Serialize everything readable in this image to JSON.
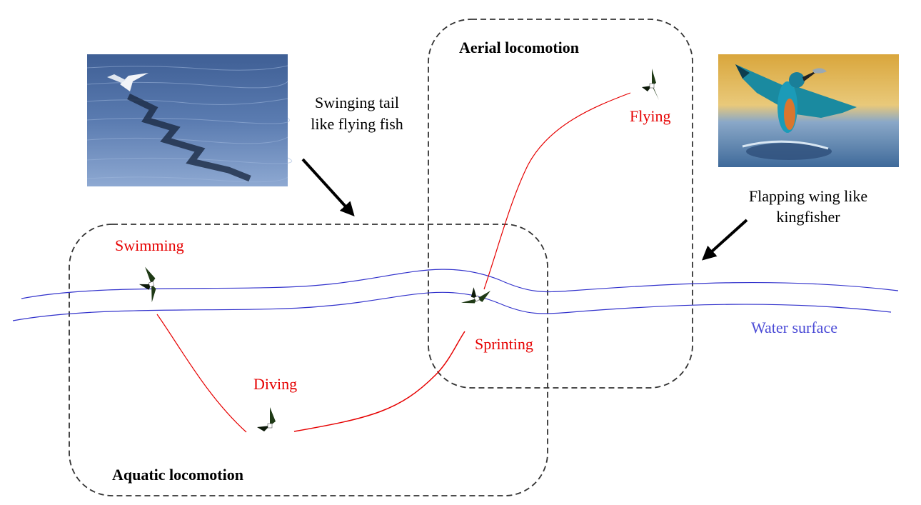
{
  "regions": {
    "aerial": "Aerial locomotion",
    "aquatic": "Aquatic locomotion"
  },
  "annotations": {
    "tail_line1": "Swinging tail",
    "tail_line2": "like flying fish",
    "wing_line1": "Flapping wing like",
    "wing_line2": "kingfisher"
  },
  "modes": {
    "swimming": "Swimming",
    "diving": "Diving",
    "sprinting": "Sprinting",
    "flying": "Flying"
  },
  "water_label": "Water surface",
  "colors": {
    "mode_text": "#e60000",
    "water": "#3333cc",
    "trajectory": "#e60000",
    "region_border": "#333333"
  },
  "photos": {
    "left": "flying-fish-photo",
    "right": "kingfisher-photo"
  }
}
